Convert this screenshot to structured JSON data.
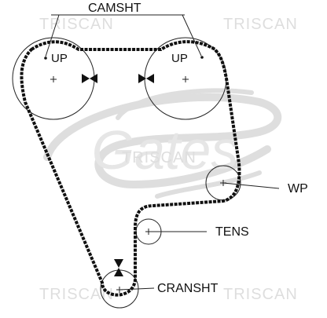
{
  "watermarks": {
    "brand": "TRISCAN",
    "logo_script": "Gates"
  },
  "labels": {
    "camshaft": "CAMSHT",
    "camshaft_left_mark": "UP",
    "camshaft_right_mark": "UP",
    "water_pump": "WP",
    "tensioner": "TENS",
    "crankshaft": "CRANSHT"
  },
  "colors": {
    "belt": "#111111",
    "lines": "#222222",
    "watermark": "#dedede"
  },
  "icons": {
    "center_mark": "plus",
    "timing_mark": "bowtie-triangles"
  }
}
